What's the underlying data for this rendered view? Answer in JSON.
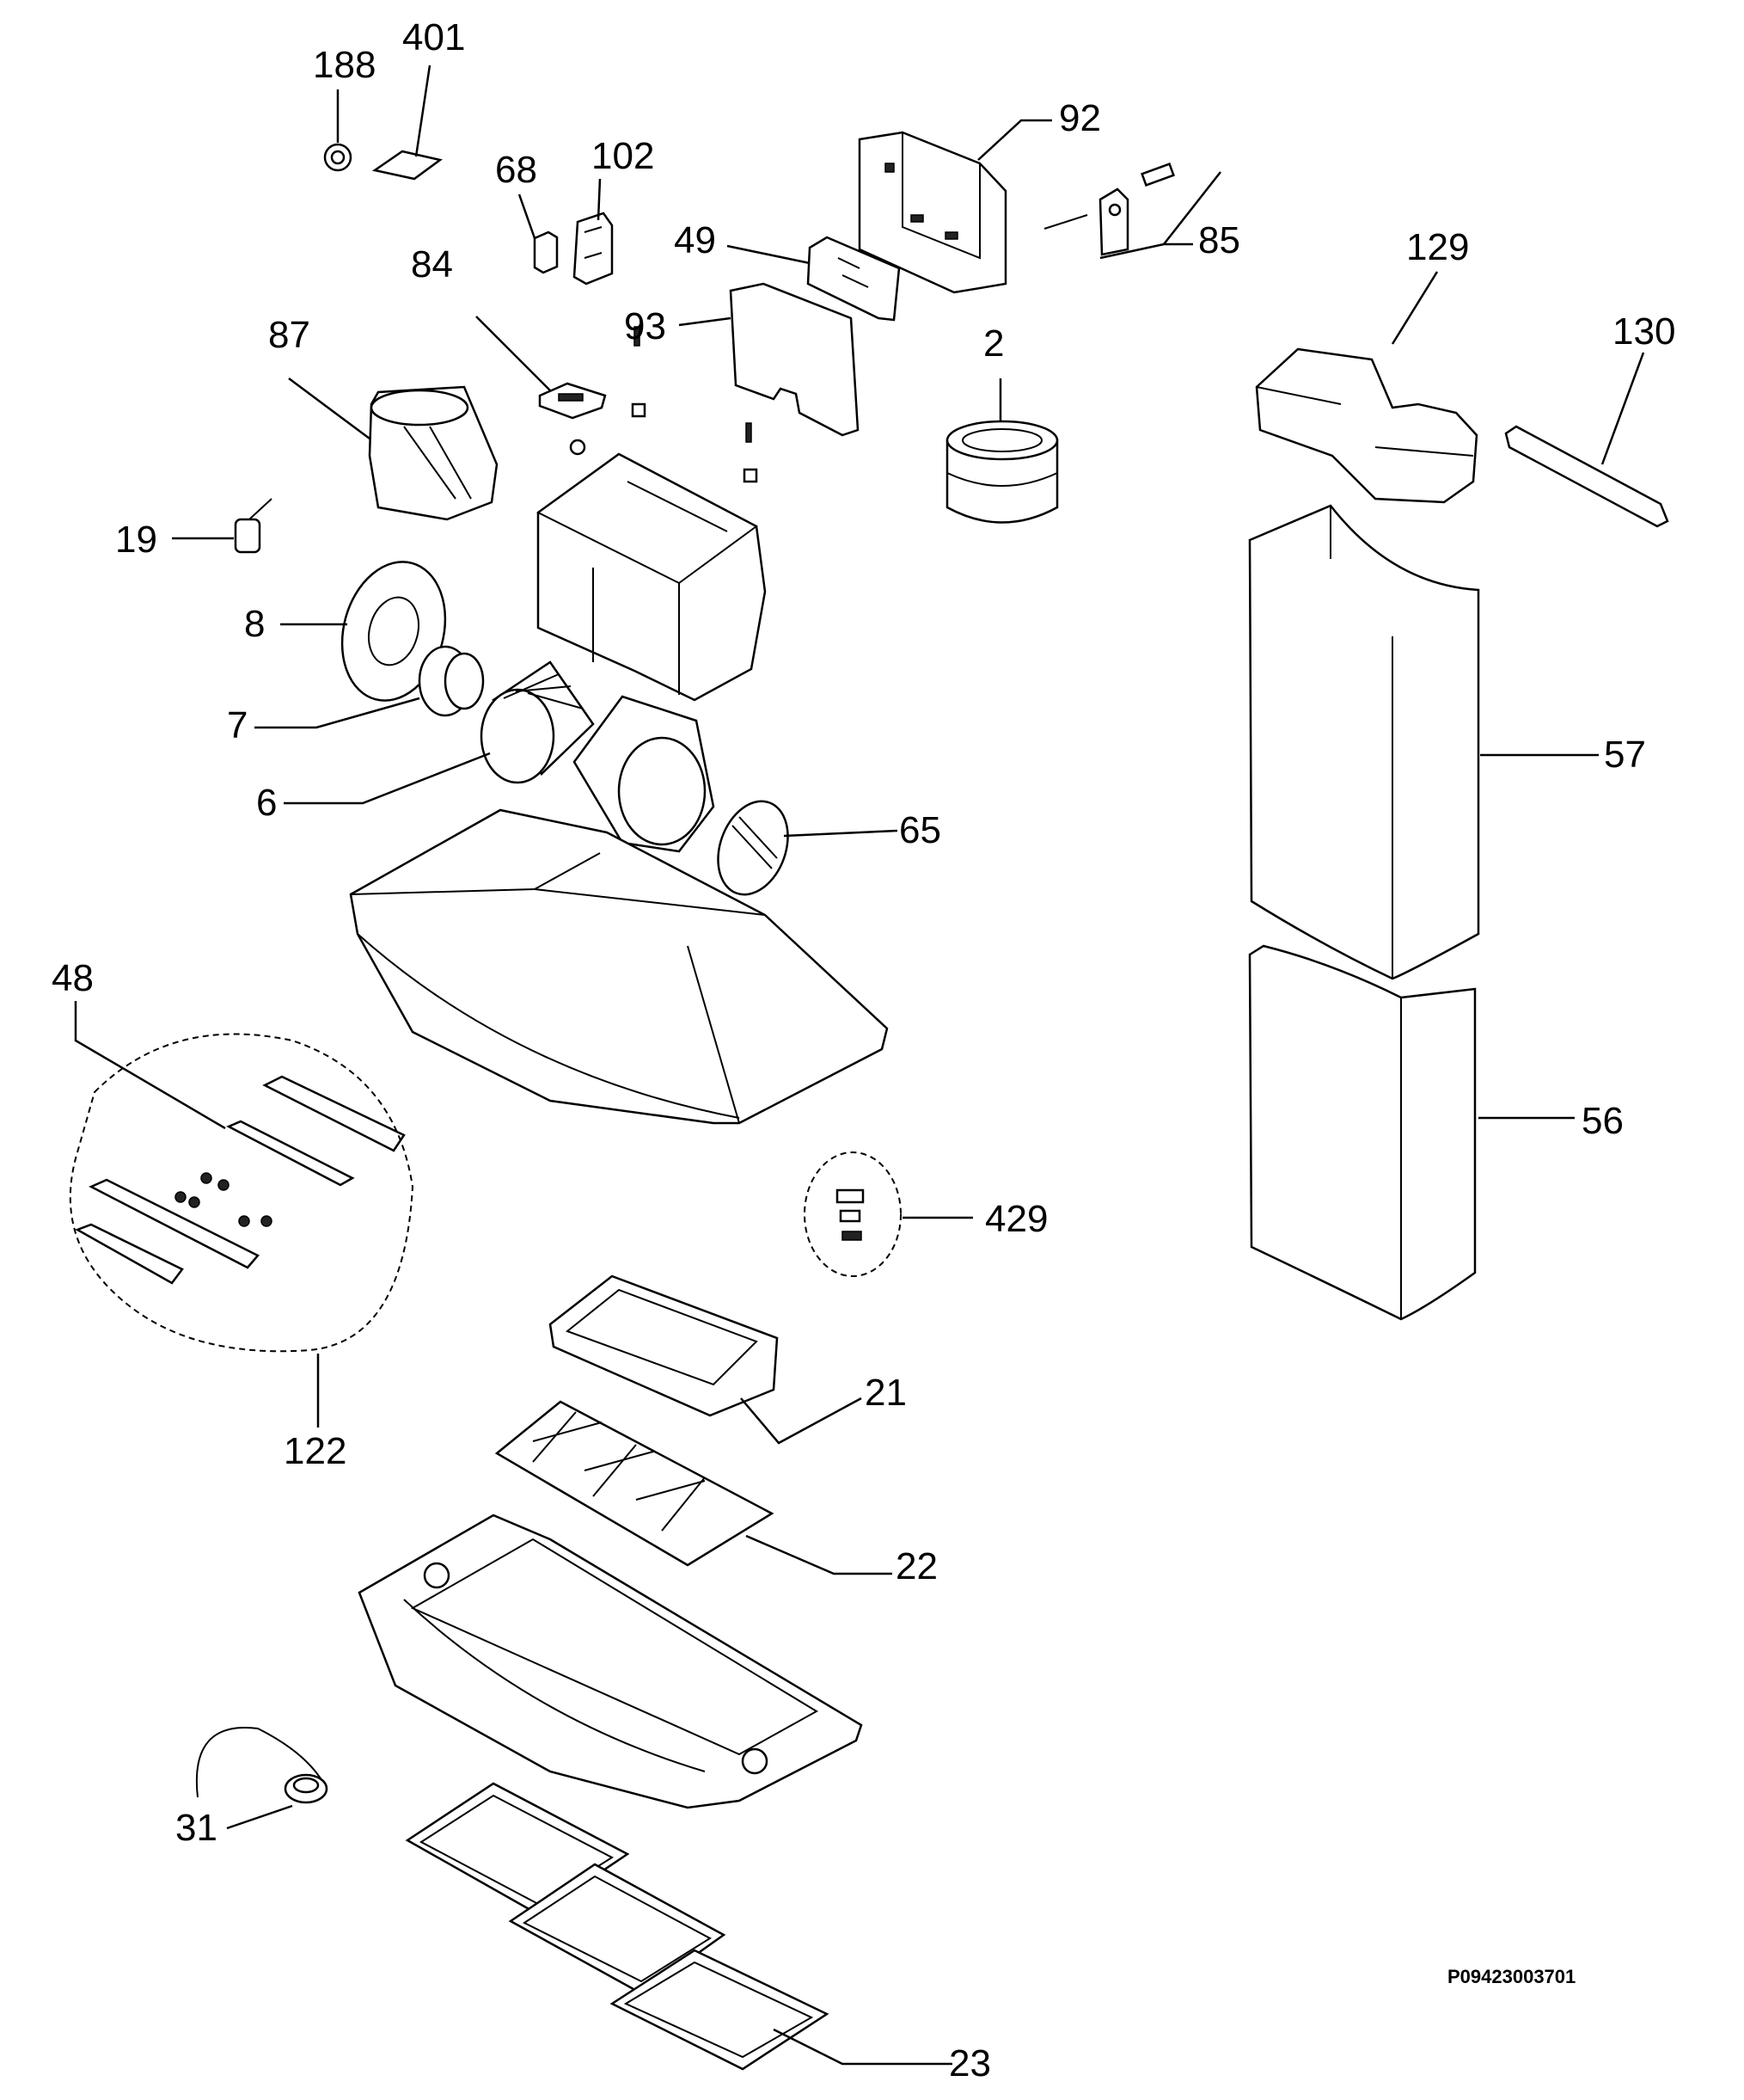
{
  "drawing_code": "P09423003701",
  "part_labels": {
    "p188": "188",
    "p401": "401",
    "p68": "68",
    "p102": "102",
    "p92": "92",
    "p49": "49",
    "p85": "85",
    "p84": "84",
    "p93": "93",
    "p87": "87",
    "p2": "2",
    "p129": "129",
    "p130": "130",
    "p19": "19",
    "p8": "8",
    "p7": "7",
    "p6": "6",
    "p65": "65",
    "p57": "57",
    "p48": "48",
    "p56": "56",
    "p429": "429",
    "p122": "122",
    "p21": "21",
    "p22": "22",
    "p31": "31",
    "p23": "23"
  }
}
